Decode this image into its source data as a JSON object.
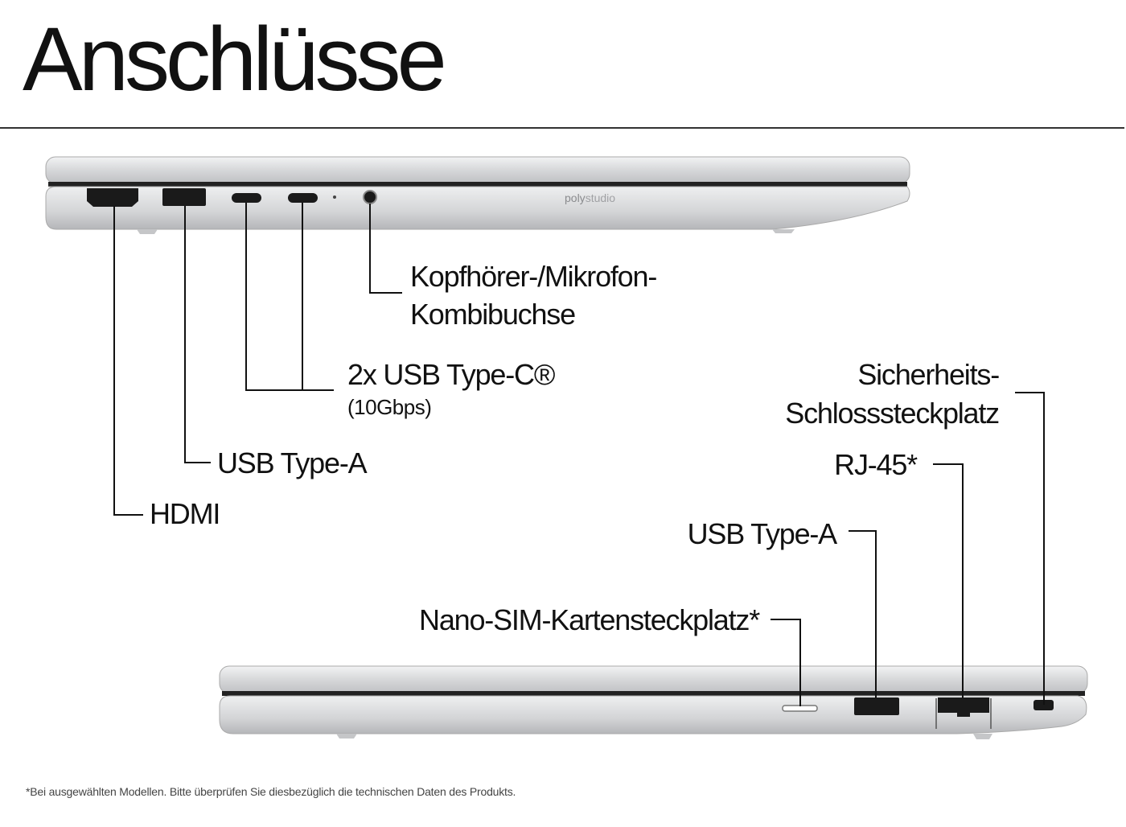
{
  "title": "Anschlüsse",
  "laptop_left": {
    "brand_text": "poly studio",
    "labels": {
      "headphone_line1": "Kopfhörer-/Mikrofon-",
      "headphone_line2": "Kombibuchse",
      "usbc": "2x USB Type-C®",
      "usbc_speed": "(10Gbps)",
      "usba": "USB Type-A",
      "hdmi": "HDMI"
    }
  },
  "laptop_right": {
    "labels": {
      "lock_line1": "Sicherheits-",
      "lock_line2": "Schlosssteckplatz",
      "rj45": "RJ-45*",
      "usba": "USB Type-A",
      "sim": "Nano-SIM-Kartensteckplatz*"
    }
  },
  "footnote": "*Bei ausgewählten Modellen. Bitte überprüfen Sie diesbezüglich die technischen Daten des Produkts.",
  "colors": {
    "silver": "#d9dadc",
    "port": "#1a1a1a",
    "line": "#111111"
  }
}
